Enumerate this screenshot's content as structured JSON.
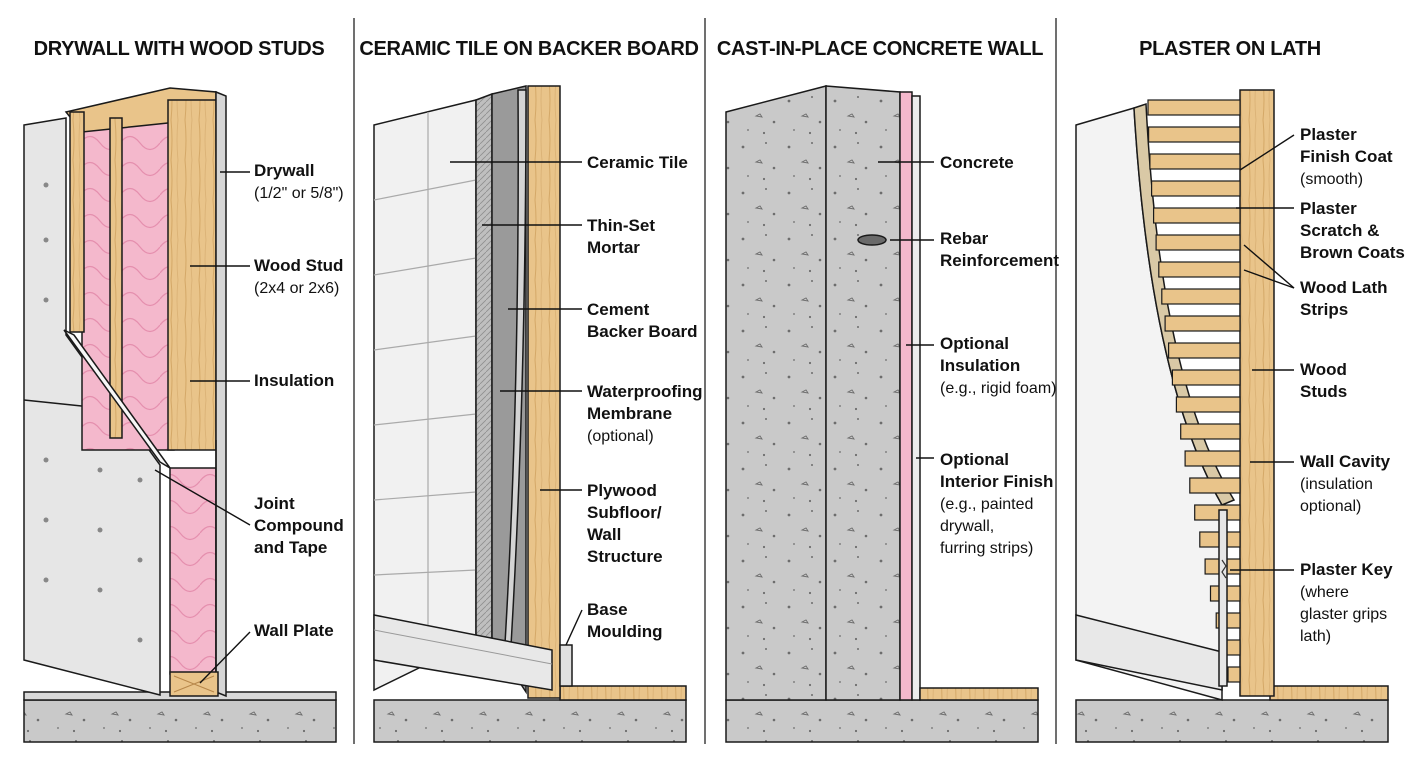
{
  "colors": {
    "wood": "#e9c48a",
    "wood_dark": "#c99a55",
    "insulation": "#f4b8cc",
    "drywall": "#e6e6e6",
    "concrete": "#c9c9c9",
    "tile": "#f1f1f1",
    "backer": "#9a9a9a",
    "plaster": "#d9c9a6"
  },
  "panels": [
    {
      "title": "DRYWALL WITH WOOD STUDS",
      "labels": [
        {
          "lines": [
            "Drywall"
          ],
          "sub": [
            "(1/2\" or 5/8\")"
          ]
        },
        {
          "lines": [
            "Wood Stud"
          ],
          "sub": [
            "(2x4 or 2x6)"
          ]
        },
        {
          "lines": [
            "Insulation"
          ],
          "sub": []
        },
        {
          "lines": [
            "Joint",
            "Compound",
            "and Tape"
          ],
          "sub": []
        },
        {
          "lines": [
            "Wall Plate"
          ],
          "sub": []
        }
      ]
    },
    {
      "title": "CERAMIC TILE ON BACKER BOARD",
      "labels": [
        {
          "lines": [
            "Ceramic Tile"
          ],
          "sub": []
        },
        {
          "lines": [
            "Thin-Set",
            "Mortar"
          ],
          "sub": []
        },
        {
          "lines": [
            "Cement",
            "Backer Board"
          ],
          "sub": []
        },
        {
          "lines": [
            "Waterproofing",
            "Membrane"
          ],
          "sub": [
            "(optional)"
          ]
        },
        {
          "lines": [
            "Plywood",
            "Subfloor/",
            "Wall",
            "Structure"
          ],
          "sub": []
        },
        {
          "lines": [
            "Base",
            "Moulding"
          ],
          "sub": []
        }
      ]
    },
    {
      "title": "CAST-IN-PLACE CONCRETE WALL",
      "labels": [
        {
          "lines": [
            "Concrete"
          ],
          "sub": []
        },
        {
          "lines": [
            "Rebar",
            "Reinforcement"
          ],
          "sub": []
        },
        {
          "lines": [
            "Optional",
            "Insulation"
          ],
          "sub": [
            "(e.g., rigid foam)"
          ]
        },
        {
          "lines": [
            "Optional",
            "Interior Finish"
          ],
          "sub": [
            "(e.g., painted",
            "drywall,",
            "furring strips)"
          ]
        }
      ]
    },
    {
      "title": "PLASTER ON LATH",
      "labels": [
        {
          "lines": [
            "Plaster",
            "Finish Coat"
          ],
          "sub": [
            "(smooth)"
          ]
        },
        {
          "lines": [
            "Plaster",
            "Scratch &",
            "Brown Coats"
          ],
          "sub": []
        },
        {
          "lines": [
            "Wood Lath",
            "Strips"
          ],
          "sub": []
        },
        {
          "lines": [
            "Wood",
            "Studs"
          ],
          "sub": []
        },
        {
          "lines": [
            "Wall Cavity"
          ],
          "sub": [
            "(insulation",
            "optional)"
          ]
        },
        {
          "lines": [
            "Plaster Key"
          ],
          "sub": [
            "(where",
            "glaster grips",
            "lath)"
          ]
        }
      ]
    }
  ]
}
